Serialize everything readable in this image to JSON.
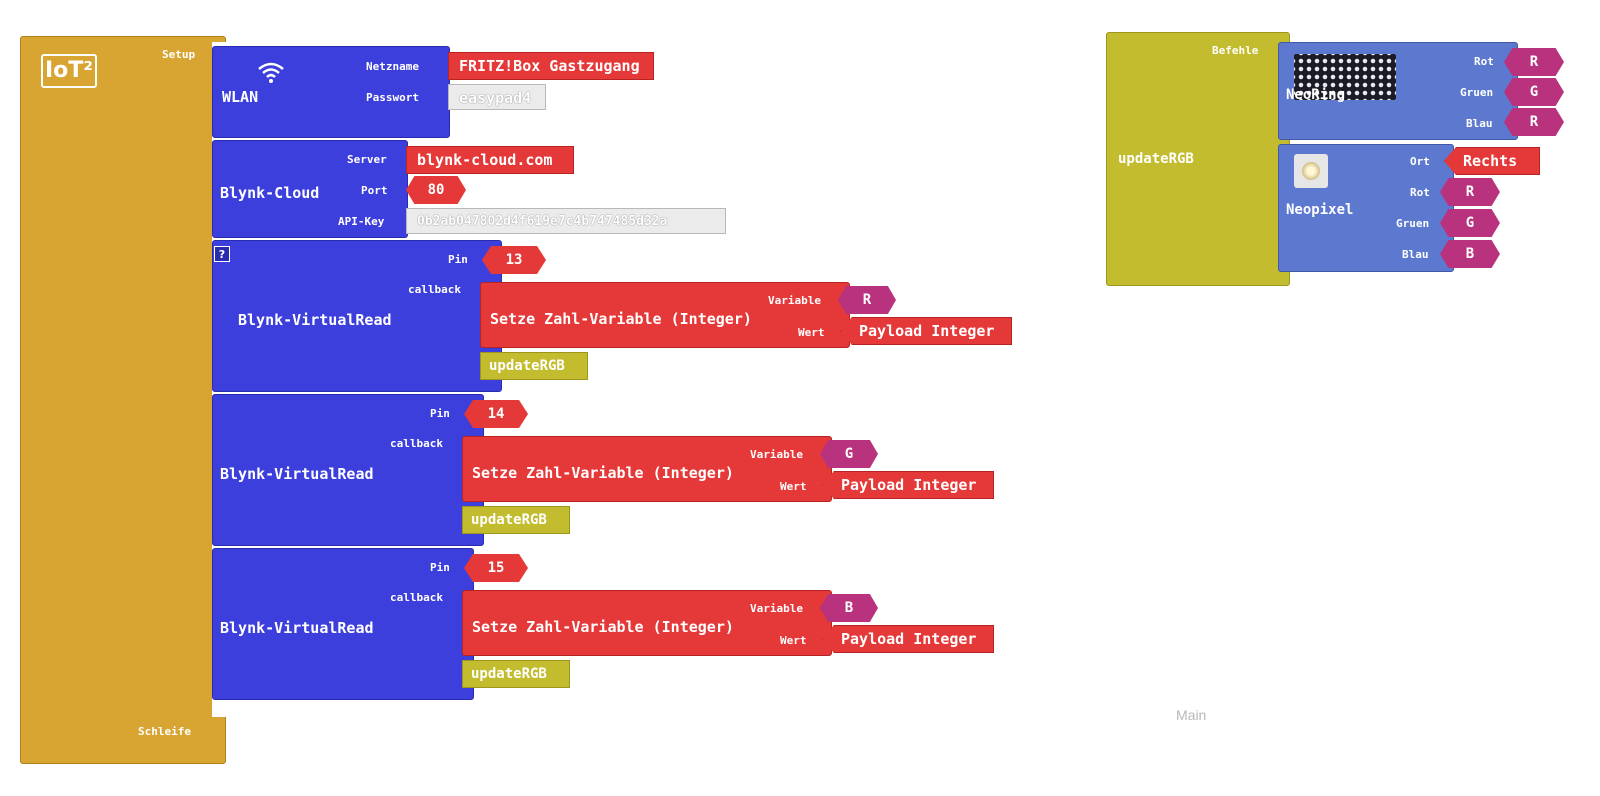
{
  "setup_block": {
    "logo": "IoT²",
    "setup_label": "Setup",
    "loop_label": "Schleife"
  },
  "wlan": {
    "title": "WLAN",
    "ssid_label": "Netzname",
    "ssid_value": "FRITZ!Box Gastzugang",
    "password_label": "Passwort",
    "password_value": "easypad4"
  },
  "blynk_cloud": {
    "title": "Blynk-Cloud",
    "server_label": "Server",
    "server_value": "blynk-cloud.com",
    "port_label": "Port",
    "port_value": "80",
    "apikey_label": "API-Key",
    "apikey_value": "0b2ab047802d4f619e7c4b747485d32a"
  },
  "virtual_reads": [
    {
      "title": "Blynk-VirtualRead",
      "pin_label": "Pin",
      "pin_value": "13",
      "callback_label": "callback",
      "set_title": "Setze Zahl-Variable (Integer)",
      "variable_label": "Variable",
      "variable_value": "R",
      "value_label": "Wert",
      "value_value": "Payload Integer",
      "call": "updateRGB"
    },
    {
      "title": "Blynk-VirtualRead",
      "pin_label": "Pin",
      "pin_value": "14",
      "callback_label": "callback",
      "set_title": "Setze Zahl-Variable (Integer)",
      "variable_label": "Variable",
      "variable_value": "G",
      "value_label": "Wert",
      "value_value": "Payload Integer",
      "call": "updateRGB"
    },
    {
      "title": "Blynk-VirtualRead",
      "pin_label": "Pin",
      "pin_value": "15",
      "callback_label": "callback",
      "set_title": "Setze Zahl-Variable (Integer)",
      "variable_label": "Variable",
      "variable_value": "B",
      "value_label": "Wert",
      "value_value": "Payload Integer",
      "call": "updateRGB"
    }
  ],
  "function_block": {
    "name": "updateRGB",
    "commands_label": "Befehle",
    "neoring": {
      "title": "NeoRing",
      "red_label": "Rot",
      "red_value": "R",
      "green_label": "Gruen",
      "green_value": "G",
      "blue_label": "Blau",
      "blue_value": "R"
    },
    "neopixel": {
      "title": "Neopixel",
      "location_label": "Ort",
      "location_value": "Rechts",
      "red_label": "Rot",
      "red_value": "R",
      "green_label": "Gruen",
      "green_value": "G",
      "blue_label": "Blau",
      "blue_value": "B"
    }
  },
  "workspace": {
    "tab_label": "Main"
  },
  "colors": {
    "setup": "#d8a432",
    "blynk": "#3c3fdc",
    "variable_set": "#e53838",
    "procedure": "#c3bc2e",
    "neopixel": "#5c78cf",
    "variable_get": "#b9327e"
  }
}
